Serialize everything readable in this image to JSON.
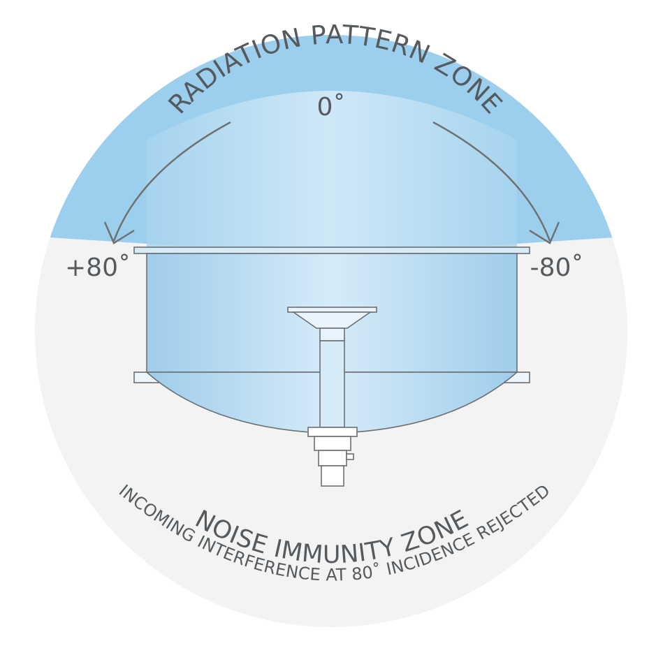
{
  "diagram": {
    "top_zone_title": "RADIATION PATTERN ZONE",
    "center_angle": "0˚",
    "left_angle": "+80˚",
    "right_angle": "-80˚",
    "bottom_zone_title": "NOISE IMMUNITY ZONE",
    "bottom_zone_subtitle": "INCOMING INTERFERENCE AT 80˚ INCIDENCE REJECTED"
  },
  "colors": {
    "radiation_zone": "#9ccfee",
    "noise_zone": "#f3f3f3",
    "cylinder_fill": "#b9dcf2",
    "outline": "#6b6f72",
    "arrow": "#707070",
    "text": "#555a5e"
  }
}
